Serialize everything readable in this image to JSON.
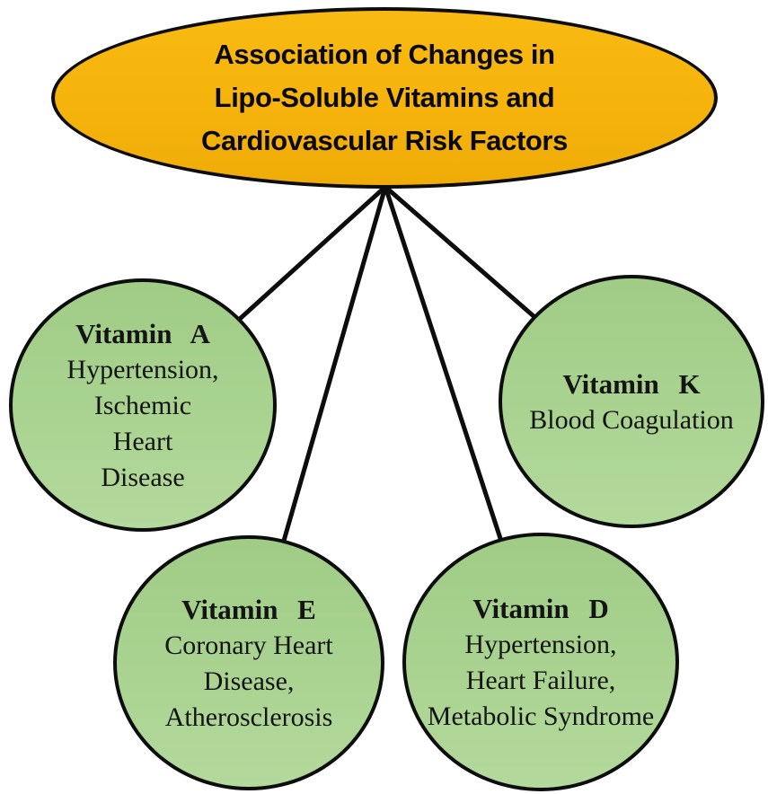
{
  "diagram": {
    "title_lines": [
      "Association of Changes in",
      "Lipo-Soluble Vitamins and",
      "Cardiovascular Risk Factors"
    ],
    "nodes": [
      {
        "id": "vitamin-a",
        "name": "Vitamin A",
        "lines": [
          "Hypertension,",
          "Ischemic",
          "Heart",
          "Disease"
        ]
      },
      {
        "id": "vitamin-k",
        "name": "Vitamin K",
        "lines": [
          "Blood Coagulation"
        ]
      },
      {
        "id": "vitamin-e",
        "name": "Vitamin E",
        "lines": [
          "Coronary Heart",
          "Disease,",
          "Atherosclerosis"
        ]
      },
      {
        "id": "vitamin-d",
        "name": "Vitamin D",
        "lines": [
          "Hypertension,",
          "Heart Failure,",
          "Metabolic Syndrome"
        ]
      }
    ],
    "colors": {
      "ellipse_fill": "#F5B30B",
      "circle_fill": "#AAD391",
      "outline": "#0D0D0D",
      "background": "#FFFFFF",
      "text": "#0A0A0A"
    }
  }
}
